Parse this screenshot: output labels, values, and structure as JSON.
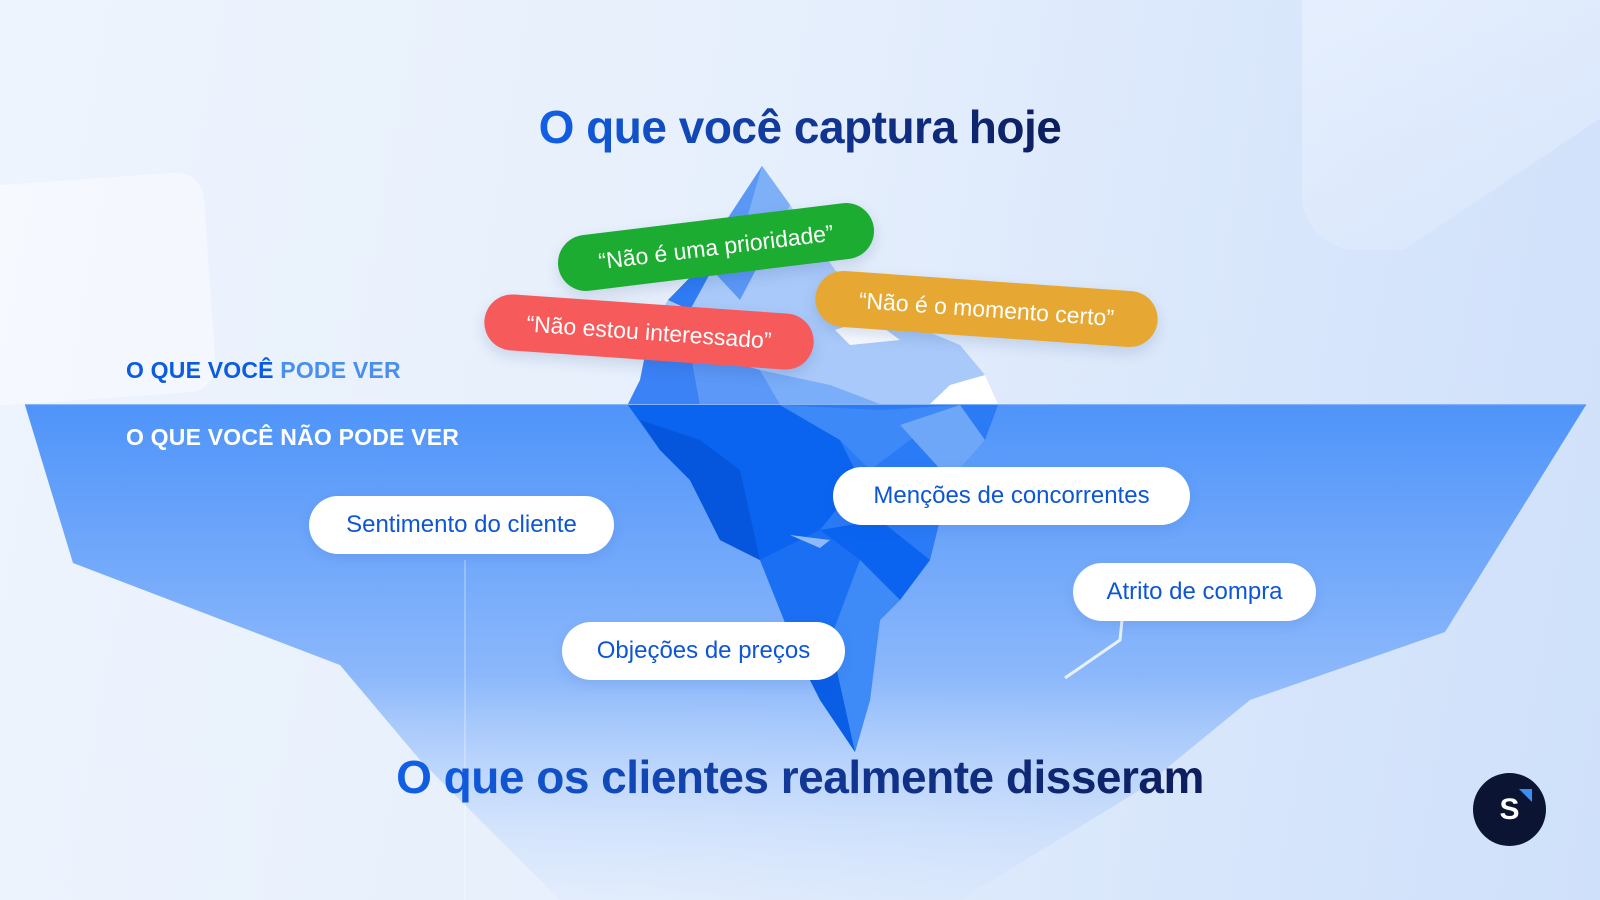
{
  "slide": {
    "title_top": "O que você captura hoje",
    "title_bottom": "O que os clientes realmente disseram"
  },
  "zones": {
    "visible": {
      "part1": "O QUE VOCÊ ",
      "part2": "PODE VER"
    },
    "hidden": "O QUE VOCÊ NÃO PODE VER"
  },
  "surface_quotes": [
    {
      "text": "“Não é uma prioridade”",
      "color": "#1dac32"
    },
    {
      "text": "“Não é o momento certo”",
      "color": "#e6a833"
    },
    {
      "text": "“Não estou interessado”",
      "color": "#f65a5a"
    }
  ],
  "hidden_insights": [
    {
      "text": "Sentimento do cliente"
    },
    {
      "text": "Menções de concorrentes"
    },
    {
      "text": "Atrito de compra"
    },
    {
      "text": "Objeções de preços"
    }
  ],
  "logo": {
    "letter": "S"
  },
  "colors": {
    "water_top": "#4f94fa",
    "water_bottom": "#b6d3fc",
    "iceberg_deep": "#0a64f0",
    "iceberg_light": "#a8c8fa",
    "title_start": "#1060e8",
    "title_end": "#0d1d5c",
    "logo_bg": "#0b1433"
  }
}
